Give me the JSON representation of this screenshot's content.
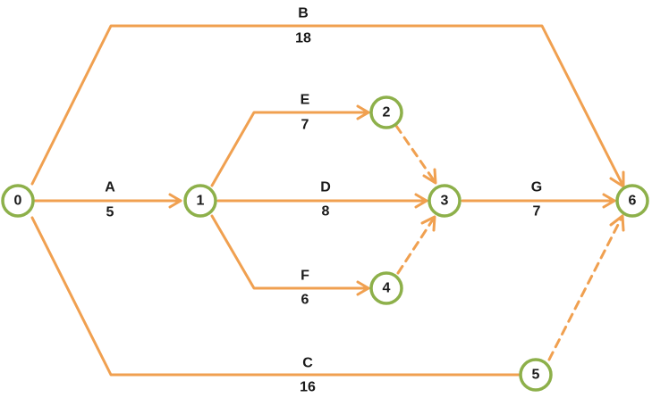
{
  "diagram": {
    "nodes": [
      {
        "id": "0",
        "label": "0"
      },
      {
        "id": "1",
        "label": "1"
      },
      {
        "id": "2",
        "label": "2"
      },
      {
        "id": "3",
        "label": "3"
      },
      {
        "id": "4",
        "label": "4"
      },
      {
        "id": "5",
        "label": "5"
      },
      {
        "id": "6",
        "label": "6"
      }
    ],
    "edges": [
      {
        "from": "0",
        "to": "1",
        "activity": "A",
        "duration": "5",
        "dummy": false
      },
      {
        "from": "0",
        "to": "6",
        "activity": "B",
        "duration": "18",
        "dummy": false
      },
      {
        "from": "0",
        "to": "5",
        "activity": "C",
        "duration": "16",
        "dummy": false
      },
      {
        "from": "1",
        "to": "3",
        "activity": "D",
        "duration": "8",
        "dummy": false
      },
      {
        "from": "1",
        "to": "2",
        "activity": "E",
        "duration": "7",
        "dummy": false
      },
      {
        "from": "1",
        "to": "4",
        "activity": "F",
        "duration": "6",
        "dummy": false
      },
      {
        "from": "3",
        "to": "6",
        "activity": "G",
        "duration": "7",
        "dummy": false
      },
      {
        "from": "2",
        "to": "3",
        "dummy": true
      },
      {
        "from": "4",
        "to": "3",
        "dummy": true
      },
      {
        "from": "5",
        "to": "6",
        "dummy": true
      }
    ]
  },
  "colors": {
    "edge": "#F0A050",
    "node_stroke": "#8DB04A",
    "text": "#1a1a1a"
  }
}
